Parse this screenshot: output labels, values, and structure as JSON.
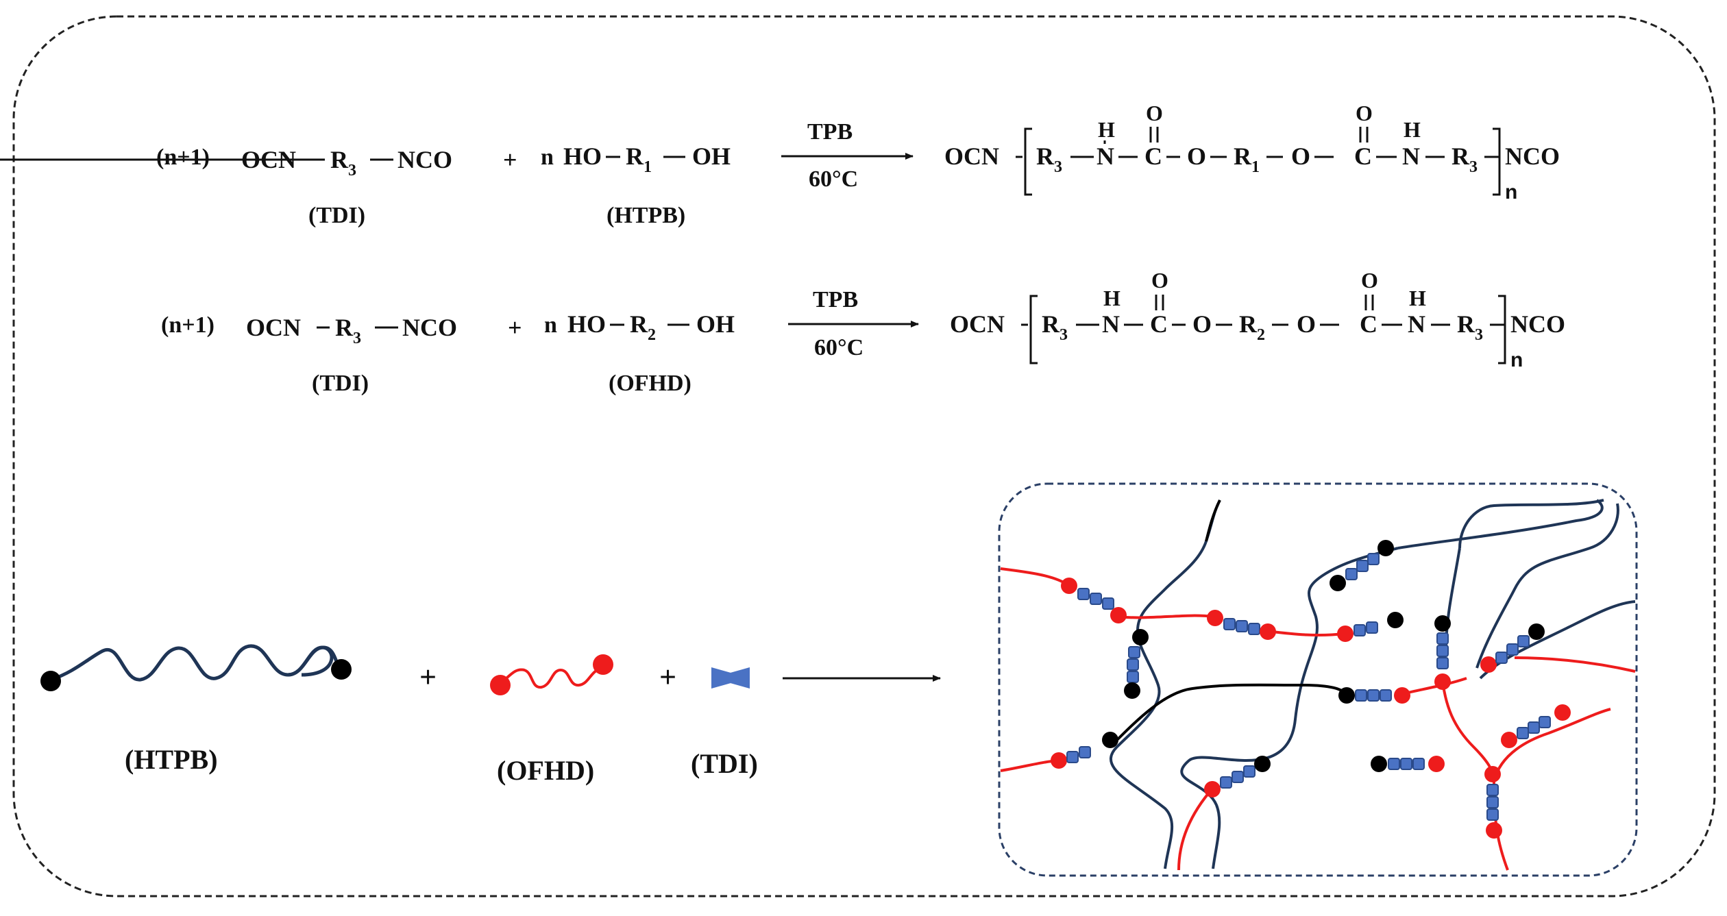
{
  "colors": {
    "htpb_chain": "#1f3556",
    "ofhd_chain": "#ee1c1c",
    "tdi_unit": "#4a72c4",
    "end_black": "#000000",
    "border": "#222222"
  },
  "reaction1": {
    "coefficient": "(n+1)",
    "reagent_a_left": "OCN",
    "r_group_a": "R",
    "r_group_a_sub": "3",
    "reagent_a_right": "NCO",
    "reagent_a_name": "(TDI)",
    "plus": "+",
    "n_prefix": "n",
    "reagent_b_left": "HO",
    "r_group_b": "R",
    "r_group_b_sub": "1",
    "reagent_b_right": "OH",
    "reagent_b_name": "(HTPB)",
    "catalyst": "TPB",
    "temperature": "60°C",
    "product": {
      "left": "OCN",
      "r_left": "R",
      "r_left_sub": "3",
      "n_atom": "N",
      "h_atom": "H",
      "c_atom": "C",
      "o_double": "O",
      "o_atom": "O",
      "r_mid": "R",
      "r_mid_sub": "1",
      "r_right": "R",
      "r_right_sub": "3",
      "right": "NCO",
      "repeat": "n"
    }
  },
  "reaction2": {
    "coefficient": "(n+1)",
    "reagent_a_left": "OCN",
    "r_group_a": "R",
    "r_group_a_sub": "3",
    "reagent_a_right": "NCO",
    "reagent_a_name": "(TDI)",
    "plus": "+",
    "n_prefix": "n",
    "reagent_b_left": "HO",
    "r_group_b": "R",
    "r_group_b_sub": "2",
    "reagent_b_right": "OH",
    "reagent_b_name": "(OFHD)",
    "catalyst": "TPB",
    "temperature": "60°C",
    "product": {
      "left": "OCN",
      "r_left": "R",
      "r_left_sub": "3",
      "n_atom": "N",
      "h_atom": "H",
      "c_atom": "C",
      "o_double": "O",
      "o_atom": "O",
      "r_mid": "R",
      "r_mid_sub": "2",
      "r_right": "R",
      "r_right_sub": "3",
      "right": "NCO",
      "repeat": "n"
    }
  },
  "schematic": {
    "htpb_label": "(HTPB)",
    "ofhd_label": "(OFHD)",
    "tdi_label": "(TDI)",
    "plus_1": "+",
    "plus_2": "+"
  }
}
